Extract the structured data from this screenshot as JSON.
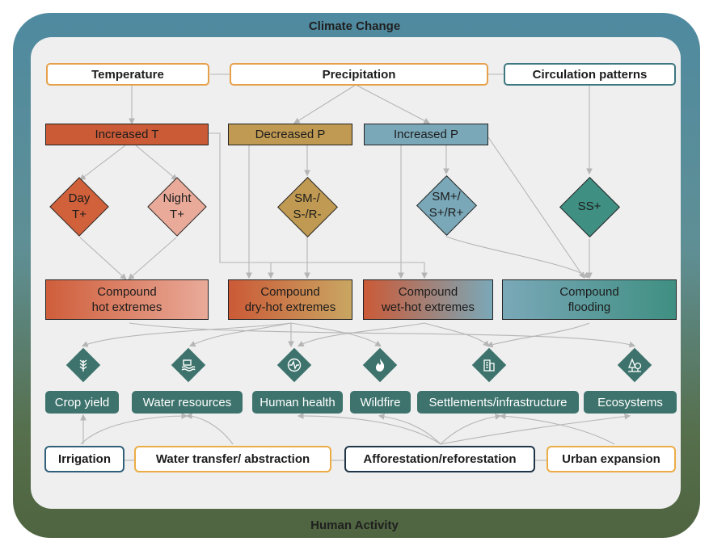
{
  "outer": {
    "top_title": "Climate Change",
    "bottom_title": "Human Activity"
  },
  "sources": {
    "temperature": "Temperature",
    "precipitation": "Precipitation",
    "circulation": "Circulation patterns"
  },
  "changes": {
    "inc_t": "Increased T",
    "dec_p": "Decreased P",
    "inc_p": "Increased P"
  },
  "diamonds": {
    "day": [
      "Day",
      "T+"
    ],
    "night": [
      "Night",
      "T+"
    ],
    "dry": [
      "SM-/",
      "S-/R-"
    ],
    "wet": [
      "SM+/",
      "S+/R+"
    ],
    "ss": [
      "SS+"
    ]
  },
  "compounds": {
    "hot": [
      "Compound",
      "hot extremes"
    ],
    "dryhot": [
      "Compound",
      "dry-hot extremes"
    ],
    "wethot": [
      "Compound",
      "wet-hot extremes"
    ],
    "flood": [
      "Compound",
      "flooding"
    ]
  },
  "impacts": {
    "crop": "Crop yield",
    "water": "Water resources",
    "health": "Human health",
    "fire": "Wildfire",
    "settle": "Settlements/infrastructure",
    "eco": "Ecosystems"
  },
  "icons": [
    "wheat-icon",
    "water-resource-icon",
    "health-monitor-icon",
    "fire-icon",
    "buildings-icon",
    "tree-icon"
  ],
  "activities": {
    "irrigation": "Irrigation",
    "transfer": "Water transfer/ abstraction",
    "affo": "Afforestation/reforestation",
    "urban": "Urban expansion"
  },
  "colors": {
    "frame_top": "#4f8aa0",
    "frame_bottom": "#4f6440",
    "temperature_red": "#cb5a37",
    "dry_tan": "#c09a52",
    "wet_blue": "#7aa8b8",
    "flood_teal": "#3f8f82",
    "impact_teal": "#3d736c",
    "human_orange": "#ecac45"
  }
}
